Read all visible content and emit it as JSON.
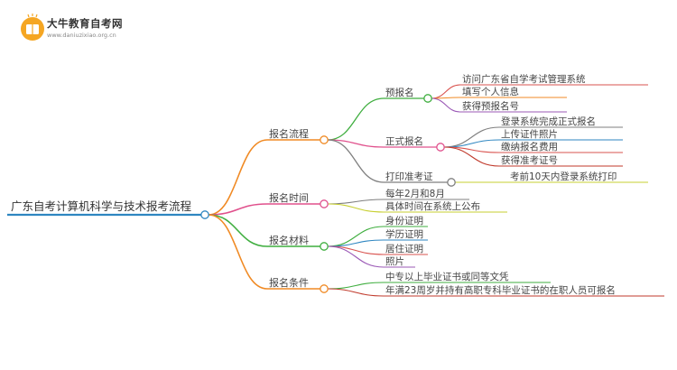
{
  "logo": {
    "name": "大牛教育自考网",
    "url": "www.daniuzixiao.org.cn"
  },
  "root": "广东自考计算机科学与技术报考流程",
  "branches": [
    {
      "label": "报名流程",
      "color": "#f08a24",
      "children": [
        {
          "label": "预报名",
          "color": "#3fae3f",
          "children": [
            {
              "label": "访问广东省自学考试管理系统",
              "color": "#d9534f"
            },
            {
              "label": "填写个人信息",
              "color": "#f08a24"
            },
            {
              "label": "获得预报名号",
              "color": "#9b59b6"
            }
          ]
        },
        {
          "label": "正式报名",
          "color": "#e0508c",
          "children": [
            {
              "label": "登录系统完成正式报名",
              "color": "#7f7f7f"
            },
            {
              "label": "上传证件照片",
              "color": "#2e86c1"
            },
            {
              "label": "缴纳报名费用",
              "color": "#d9534f"
            },
            {
              "label": "获得准考证号",
              "color": "#c0392b"
            }
          ]
        },
        {
          "label": "打印准考证",
          "color": "#7f7f7f",
          "children": [
            {
              "label": "考前10天内登录系统打印",
              "color": "#c7cf30"
            }
          ]
        }
      ]
    },
    {
      "label": "报名时间",
      "color": "#e0508c",
      "children": [
        {
          "label": "每年2月和8月",
          "color": "#7f7f7f"
        },
        {
          "label": "具体时间在系统上公布",
          "color": "#c7cf30"
        }
      ]
    },
    {
      "label": "报名材料",
      "color": "#3fae3f",
      "children": [
        {
          "label": "身份证明",
          "color": "#3fae3f"
        },
        {
          "label": "学历证明",
          "color": "#2e86c1"
        },
        {
          "label": "居住证明",
          "color": "#d9534f"
        },
        {
          "label": "照片",
          "color": "#9b59b6"
        }
      ]
    },
    {
      "label": "报名条件",
      "color": "#f08a24",
      "children": [
        {
          "label": "中专以上毕业证书或同等文凭",
          "color": "#3fae3f"
        },
        {
          "label": "年满23周岁并持有高职专科毕业证书的在职人员可报名",
          "color": "#c0392b"
        }
      ]
    }
  ]
}
